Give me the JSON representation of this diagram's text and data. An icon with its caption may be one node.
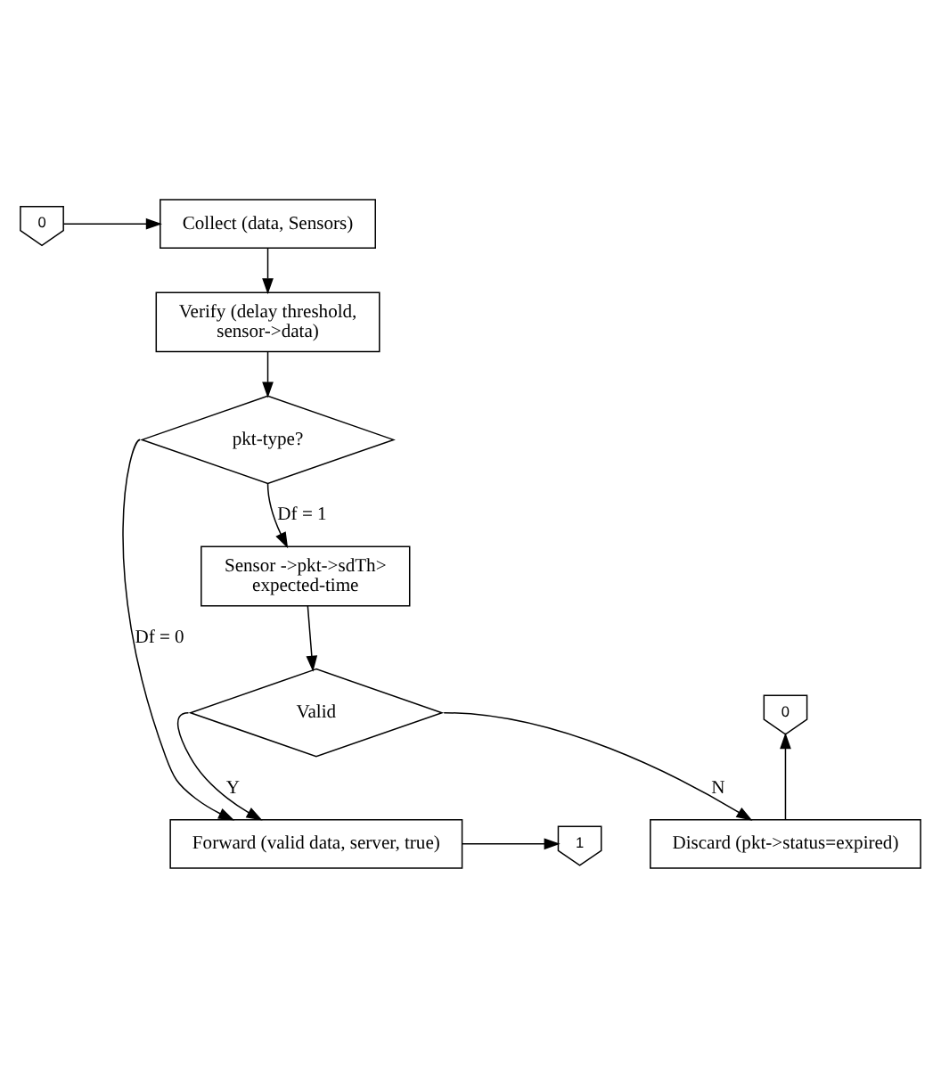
{
  "diagram": {
    "nodes": [
      {
        "text": [
          "0"
        ]
      },
      {
        "text": [
          "Collect (data, Sensors)"
        ]
      },
      {
        "text": [
          "Verify (delay threshold, sensor->data)"
        ]
      },
      {
        "text": [
          "pkt-type?"
        ]
      },
      {
        "text": [
          "Sensor ->pkt->sdTh> expected-time"
        ]
      },
      {
        "text": [
          "Valid"
        ]
      },
      {
        "text": [
          "0"
        ]
      },
      {
        "text": [
          "Discard (pkt->status=expired)"
        ]
      },
      {
        "text": [
          "Forward (valid data, server, true)"
        ]
      },
      {
        "text": [
          "1"
        ]
      }
    ],
    "edges": [
      {
        "from": 0,
        "to": 1,
        "arrow": "to"
      },
      {
        "from": 1,
        "to": 2,
        "arrow": "to"
      },
      {
        "from": 2,
        "to": 3,
        "arrow": "to"
      },
      {
        "from": 3,
        "to": 8,
        "arrow": "to",
        "label": "Df = 0"
      },
      {
        "from": 3,
        "to": 4,
        "arrow": "to",
        "label": "Df = 1"
      },
      {
        "from": 4,
        "to": 5,
        "arrow": "to"
      },
      {
        "from": 5,
        "to": 8,
        "arrow": "to",
        "label": "Y"
      },
      {
        "from": 5,
        "to": 7,
        "arrow": "to",
        "label": "N"
      },
      {
        "from": 7,
        "to": 6,
        "arrow": "to"
      },
      {
        "from": 8,
        "to": 9,
        "arrow": "to"
      }
    ]
  }
}
